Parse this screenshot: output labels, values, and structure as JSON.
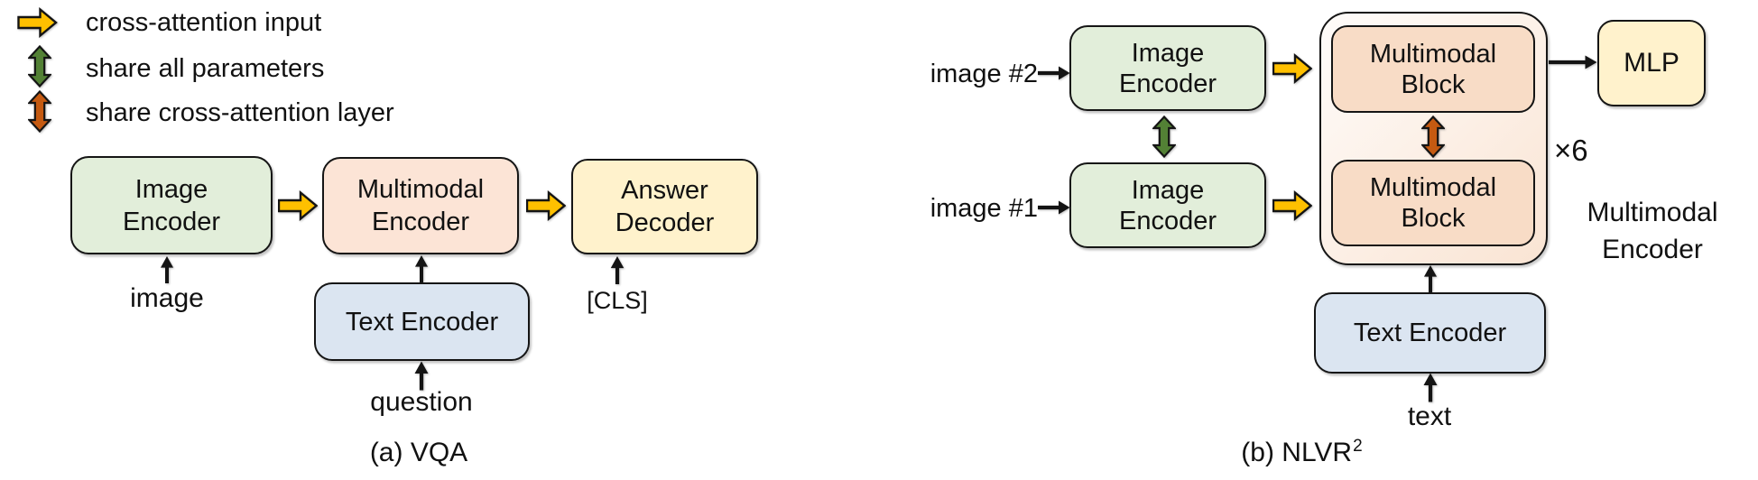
{
  "legend": {
    "items": [
      {
        "icon": "cross-attention-arrow-icon",
        "color": "#FFC000",
        "label": "cross-attention input"
      },
      {
        "icon": "share-all-parameters-arrow-icon",
        "color": "#538135",
        "label": "share all parameters"
      },
      {
        "icon": "share-cross-attention-arrow-icon",
        "color": "#C55A11",
        "label": "share cross-attention layer"
      }
    ]
  },
  "vqa": {
    "caption": "(a) VQA",
    "image_encoder": "Image\nEncoder",
    "multimodal_encoder": "Multimodal\nEncoder",
    "answer_decoder": "Answer\nDecoder",
    "text_encoder": "Text Encoder",
    "image_input": "image",
    "question_input": "question",
    "cls_input": "[CLS]"
  },
  "nlvr2": {
    "caption_base": "(b) NLVR",
    "caption_sup": "2",
    "image2_input": "image #2",
    "image1_input": "image #1",
    "image_encoder_top": "Image\nEncoder",
    "image_encoder_bottom": "Image\nEncoder",
    "multimodal_block_top": "Multimodal\nBlock",
    "multimodal_block_bottom": "Multimodal\nBlock",
    "mlp": "MLP",
    "repeat_label": "×6",
    "multimodal_encoder_label": "Multimodal\nEncoder",
    "text_encoder": "Text Encoder",
    "text_input": "text"
  },
  "colors": {
    "yellow_arrow": "#FFC000",
    "green_arrow": "#538135",
    "orange_arrow": "#C55A11",
    "image_encoder_fill": "#E2EEDA",
    "multimodal_encoder_fill": "#FCE4D6",
    "multimodal_block_fill": "#F8DCC6",
    "decoder_fill": "#FFF2CC",
    "text_encoder_fill": "#DBE5F1"
  }
}
